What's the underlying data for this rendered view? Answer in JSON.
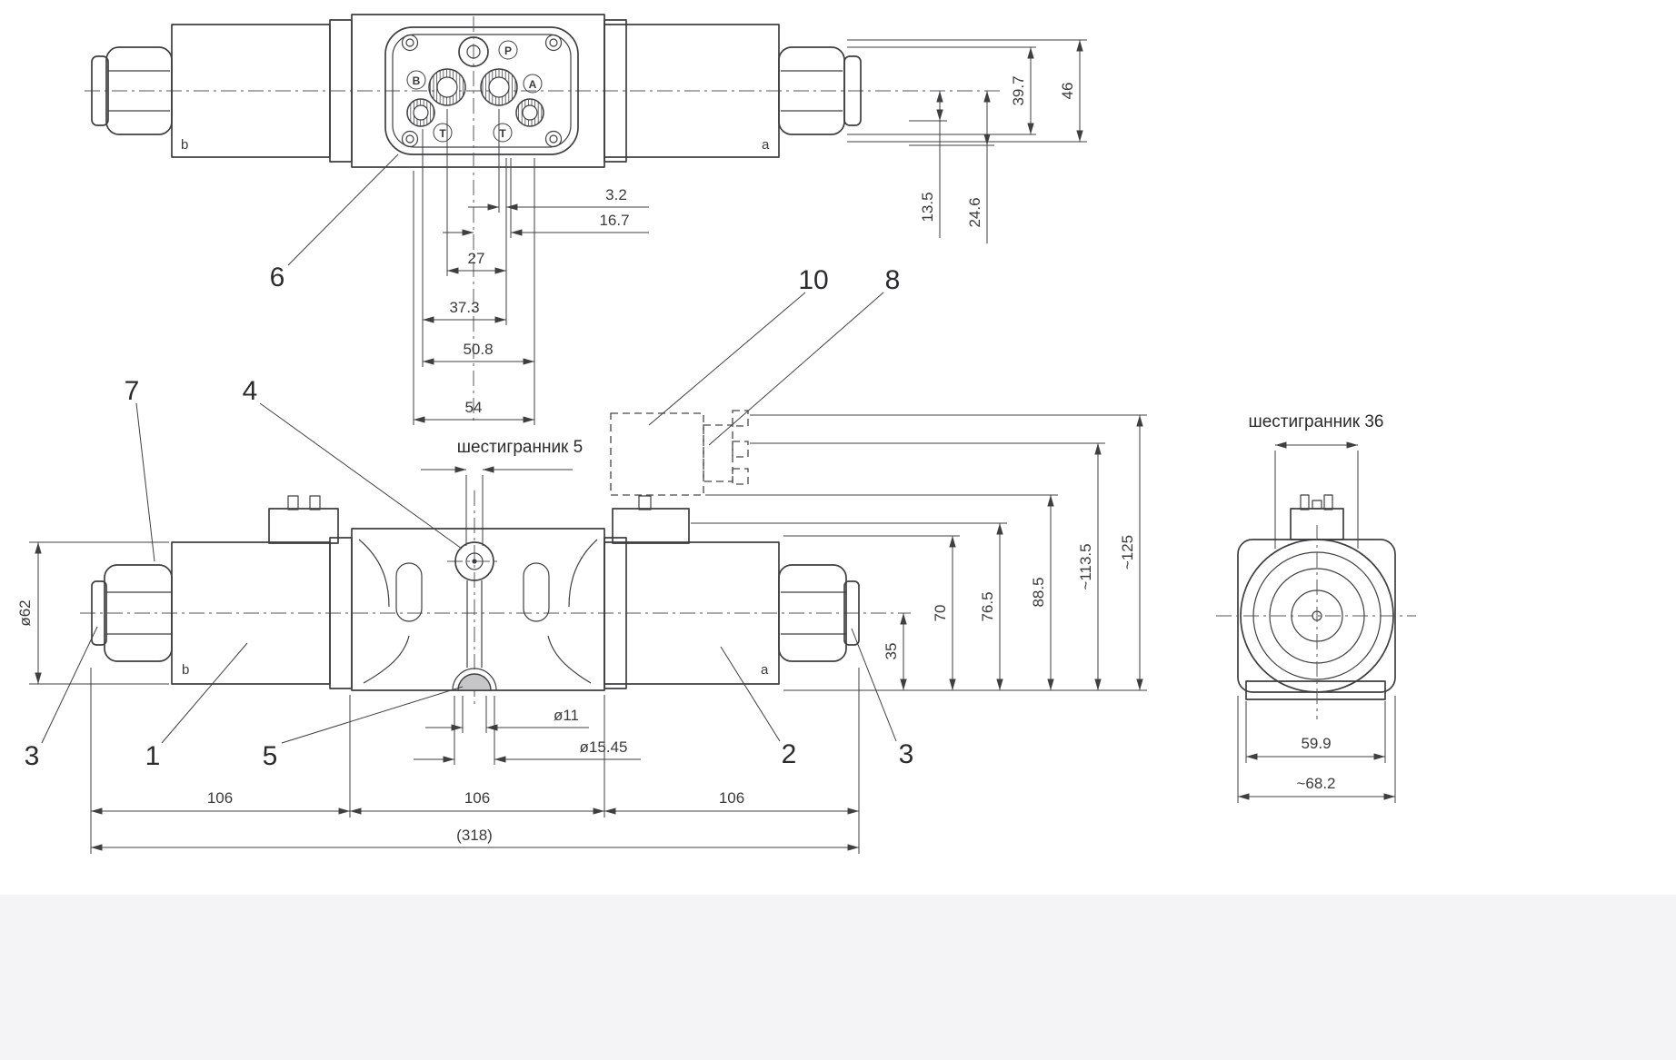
{
  "page": {
    "background": "#ffffff",
    "footer_background": "#f4f4f6",
    "line_color": "#3f3f41"
  },
  "top_view": {
    "label_b": "b",
    "label_a": "a",
    "ports": {
      "p": "P",
      "a": "A",
      "b": "B",
      "t1": "T",
      "t2": "T"
    },
    "dims": {
      "d3_2": "3.2",
      "d16_7": "16.7",
      "d27": "27",
      "d37_3": "37.3",
      "d50_8": "50.8",
      "d54": "54",
      "d39_7": "39.7",
      "d46": "46",
      "d13_5": "13.5",
      "d24_6": "24.6"
    }
  },
  "front_view": {
    "label_b": "b",
    "label_a": "a",
    "hex_note": "шестигранник 5",
    "dims": {
      "dia62": "ø62",
      "dia11": "ø11",
      "dia15_45": "ø15.45",
      "w_left": "106",
      "w_mid": "106",
      "w_right": "106",
      "w_total": "(318)",
      "h35": "35",
      "h70": "70",
      "h76_5": "76.5",
      "h88_5": "88.5",
      "h113_5": "~113.5",
      "h125": "~125"
    }
  },
  "side_view": {
    "hex_note": "шестигранник 36",
    "dims": {
      "w59_9": "59.9",
      "w68_2": "~68.2"
    }
  },
  "callouts": {
    "c1": "1",
    "c2": "2",
    "c3_left": "3",
    "c3_right": "3",
    "c4": "4",
    "c5": "5",
    "c6": "6",
    "c7": "7",
    "c8": "8",
    "c10": "10"
  }
}
